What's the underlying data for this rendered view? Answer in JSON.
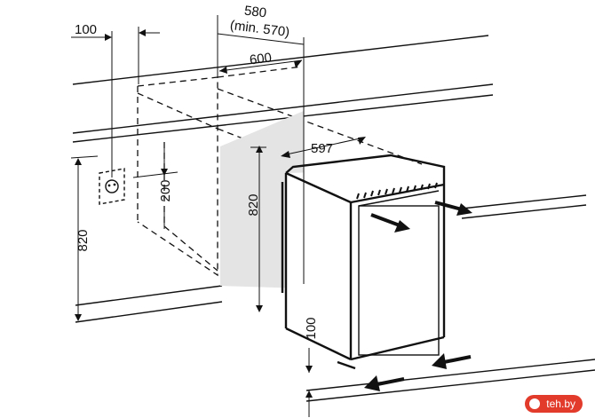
{
  "dimensions": {
    "niche_offset": "100",
    "depth": "580",
    "depth_min": "(min. 570)",
    "width": "600",
    "unit_width": "597",
    "socket_height": "200",
    "niche_height": "820",
    "unit_height": "820",
    "plinth_height": "100"
  },
  "watermark": {
    "text": "teh.by"
  }
}
